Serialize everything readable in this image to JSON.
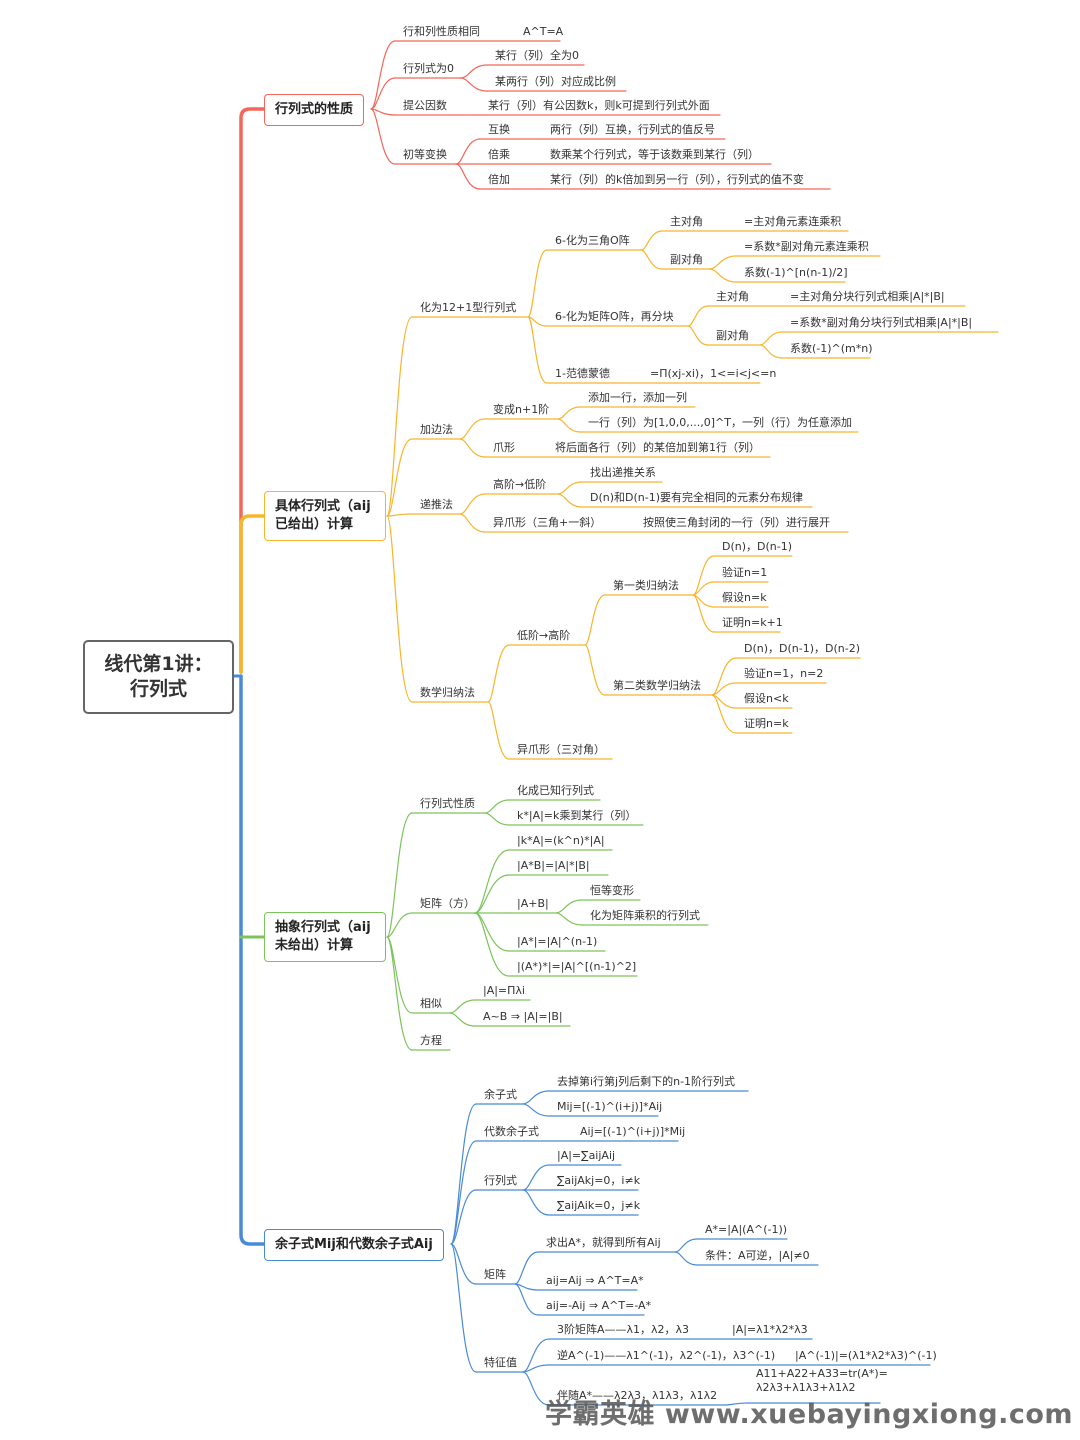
{
  "root": {
    "title": "线代第1讲：\n行列式"
  },
  "branches": {
    "b1": {
      "title": "行列式的性质",
      "color": "#F2675A"
    },
    "b2": {
      "title": "具体行列式（aij\n已给出）计算",
      "color": "#F7B52C"
    },
    "b3": {
      "title": "抽象行列式（aij\n未给出）计算",
      "color": "#7CC35B"
    },
    "b4": {
      "title": "余子式Mij和代数余子式Aij",
      "color": "#4A8BD5"
    }
  },
  "b1": {
    "n1": "行和列性质相同",
    "n1a": "A^T=A",
    "n2": "行列式为0",
    "n2a": "某行（列）全为0",
    "n2b": "某两行（列）对应成比例",
    "n3": "提公因数",
    "n3a": "某行（列）有公因数k，则k可提到行列式外面",
    "n4": "初等变换",
    "n4a": "互换",
    "n4a1": "两行（列）互换，行列式的值反号",
    "n4b": "倍乘",
    "n4b1": "数乘某个行列式，等于该数乘到某行（列）",
    "n4c": "倍加",
    "n4c1": "某行（列）的k倍加到另一行（列），行列式的值不变"
  },
  "b2": {
    "hua": "化为12+1型行列式",
    "tri": "6-化为三角O阵",
    "tri_main": "主对角",
    "tri_main_v": "=主对角元素连乘积",
    "tri_sub": "副对角",
    "tri_sub_v1": "=系数*副对角元素连乘积",
    "tri_sub_v2": "系数(-1)^[n(n-1)/2]",
    "blk": "6-化为矩阵O阵，再分块",
    "blk_main": "主对角",
    "blk_main_v": "=主对角分块行列式相乘|A|*|B|",
    "blk_sub": "副对角",
    "blk_sub_v1": "=系数*副对角分块行列式相乘|A|*|B|",
    "blk_sub_v2": "系数(-1)^(m*n)",
    "vdm": "1-范德蒙德",
    "vdm_v": "=Π(xj-xi)，1<=i<j<=n",
    "jbf": "加边法",
    "jbf_a": "变成n+1阶",
    "jbf_a1": "添加一行，添加一列",
    "jbf_a2": "一行（列）为[1,0,0,...,0]^T，一列（行）为任意添加",
    "jbf_b": "爪形",
    "jbf_b1": "将后面各行（列）的某倍加到第1行（列）",
    "dtf": "递推法",
    "dtf_a": "高阶→低阶",
    "dtf_a1": "找出递推关系",
    "dtf_a2": "D(n)和D(n-1)要有完全相同的元素分布规律",
    "dtf_b": "异爪形（三角+一斜）",
    "dtf_b1": "按照使三角封闭的一行（列）进行展开",
    "sx": "数学归纳法",
    "sx_a": "低阶→高阶",
    "sx_a1": "第一类归纳法",
    "sx_a1a": "D(n)，D(n-1)",
    "sx_a1b": "验证n=1",
    "sx_a1c": "假设n=k",
    "sx_a1d": "证明n=k+1",
    "sx_a2": "第二类数学归纳法",
    "sx_a2a": "D(n)，D(n-1)，D(n-2)",
    "sx_a2b": "验证n=1，n=2",
    "sx_a2c": "假设n<k",
    "sx_a2d": "证明n=k",
    "sx_b": "异爪形（三对角）"
  },
  "b3": {
    "p": "行列式性质",
    "p1": "化成已知行列式",
    "p2": "k*|A|=k乘到某行（列）",
    "m": "矩阵（方）",
    "m1": "|k*A|=(k^n)*|A|",
    "m2": "|A*B|=|A|*|B|",
    "m3": "|A+B|",
    "m3a": "恒等变形",
    "m3b": "化为矩阵乘积的行列式",
    "m4": "|A*|=|A|^(n-1)",
    "m5": "|(A*)*|=|A|^[(n-1)^2]",
    "s": "相似",
    "s1": "|A|=Πλi",
    "s2": "A~B ⇒ |A|=|B|",
    "e": "方程"
  },
  "b4": {
    "yz": "余子式",
    "yz1": "去掉第i行第j列后剩下的n-1阶行列式",
    "yz2": "Mij=[(-1)^(i+j)]*Aij",
    "ds": "代数余子式",
    "ds1": "Aij=[(-1)^(i+j)]*Mij",
    "hl": "行列式",
    "hl1": "|A|=∑aijAij",
    "hl2": "∑aijAkj=0，i≠k",
    "hl3": "∑aijAik=0，j≠k",
    "jz": "矩阵",
    "jz1": "求出A*，就得到所有Aij",
    "jz1a": "A*=|A|(A^(-1))",
    "jz1b": "条件：A可逆，|A|≠0",
    "jz2": "aij=Aij ⇒ A^T=A*",
    "jz3": "aij=-Aij ⇒ A^T=-A*",
    "tz": "特征值",
    "tz1": "3阶矩阵A——λ1，λ2，λ3",
    "tz1a": "|A|=λ1*λ2*λ3",
    "tz2": "逆A^(-1)——λ1^(-1)，λ2^(-1)，λ3^(-1)",
    "tz2a": "|A^(-1)|=(λ1*λ2*λ3)^(-1)",
    "tz3": "伴随A*——λ2λ3，λ1λ3，λ1λ2",
    "tz3a": "A11+A22+A33=tr(A*)=\nλ2λ3+λ1λ3+λ1λ2"
  },
  "watermark": "学霸英雄 www.xuebayingxiong.com"
}
